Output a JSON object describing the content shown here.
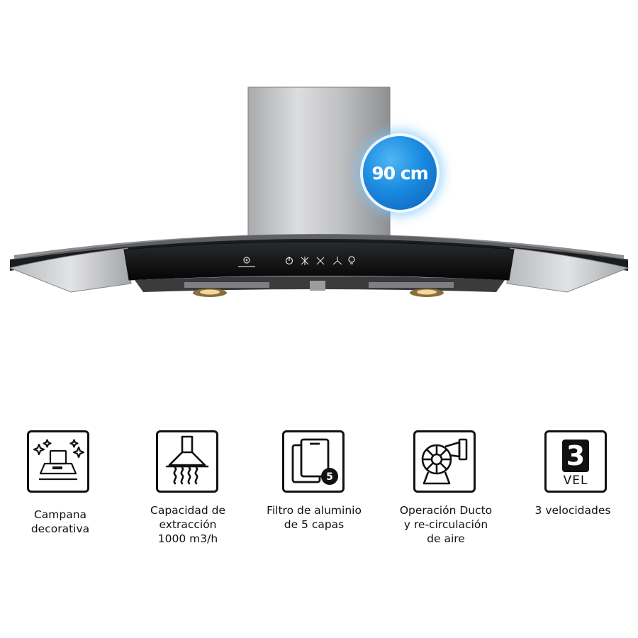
{
  "badge": {
    "size_text": "90 cm",
    "color": "#1a8be0"
  },
  "features": [
    {
      "icon": "decorative-hood-icon",
      "label": "Campana\ndecorativa"
    },
    {
      "icon": "extraction-capacity-icon",
      "label": "Capacidad de\nextracción\n1000 m3/h"
    },
    {
      "icon": "aluminum-filter-icon",
      "label": "Filtro de aluminio\nde 5 capas",
      "icon_number": "5"
    },
    {
      "icon": "duct-blower-icon",
      "label": "Operación Ducto\ny re-circulación\nde aire"
    },
    {
      "icon": "speed-icon",
      "label": "3 velocidades",
      "icon_number": "3",
      "icon_text": "VEL"
    }
  ]
}
